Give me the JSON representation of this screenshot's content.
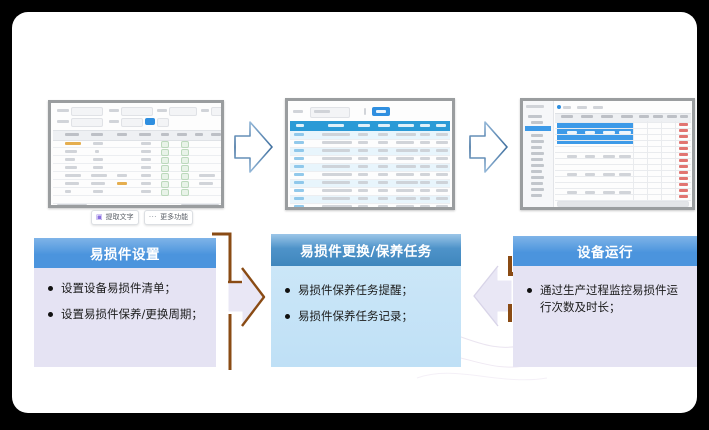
{
  "page": {
    "background": "#000000",
    "card_background": "#ffffff"
  },
  "ocr_toolbar": {
    "extract_text_label": "提取文字",
    "extract_text_icon": "text-extract-icon",
    "more_features_label": "更多功能",
    "more_features_icon": "ellipsis-icon"
  },
  "screenshots": [
    {
      "name": "spare-parts-setup-screenshot",
      "caption": ""
    },
    {
      "name": "maintenance-task-list-screenshot",
      "caption": ""
    },
    {
      "name": "equipment-running-monitor-screenshot",
      "caption": ""
    }
  ],
  "flow_arrows": [
    {
      "name": "flow-arrow-1",
      "direction": "right",
      "color": "#5b8fc9"
    },
    {
      "name": "flow-arrow-2",
      "direction": "right",
      "color": "#5b8fc9"
    }
  ],
  "connectors": [
    {
      "name": "connector-arrow-1",
      "direction": "right",
      "outline": "#8a4b14",
      "fill": "#e5e3f3"
    },
    {
      "name": "connector-arrow-2",
      "direction": "left",
      "outline": "#8a4b14",
      "fill": "#e5e3f3"
    }
  ],
  "process_boxes": [
    {
      "id": "spare-parts-setup",
      "title": "易损件设置",
      "header_color": "#4b94dd",
      "body_color": "#e5e3f3",
      "bullets": [
        "设置设备易损件清单；",
        "设置易损件保养/更换周期；"
      ]
    },
    {
      "id": "replacement-maintenance-task",
      "title": "易损件更换/保养任务",
      "header_color": "#4e93c9",
      "body_color": "#c6e4f7",
      "bullets": [
        "易损件保养任务提醒；",
        "易损件保养任务记录；"
      ]
    },
    {
      "id": "equipment-operation",
      "title": "设备运行",
      "header_color": "#4b94dd",
      "body_color": "#e5e3f3",
      "bullets": [
        "通过生产过程监控易损件运行次数及时长；"
      ]
    }
  ]
}
